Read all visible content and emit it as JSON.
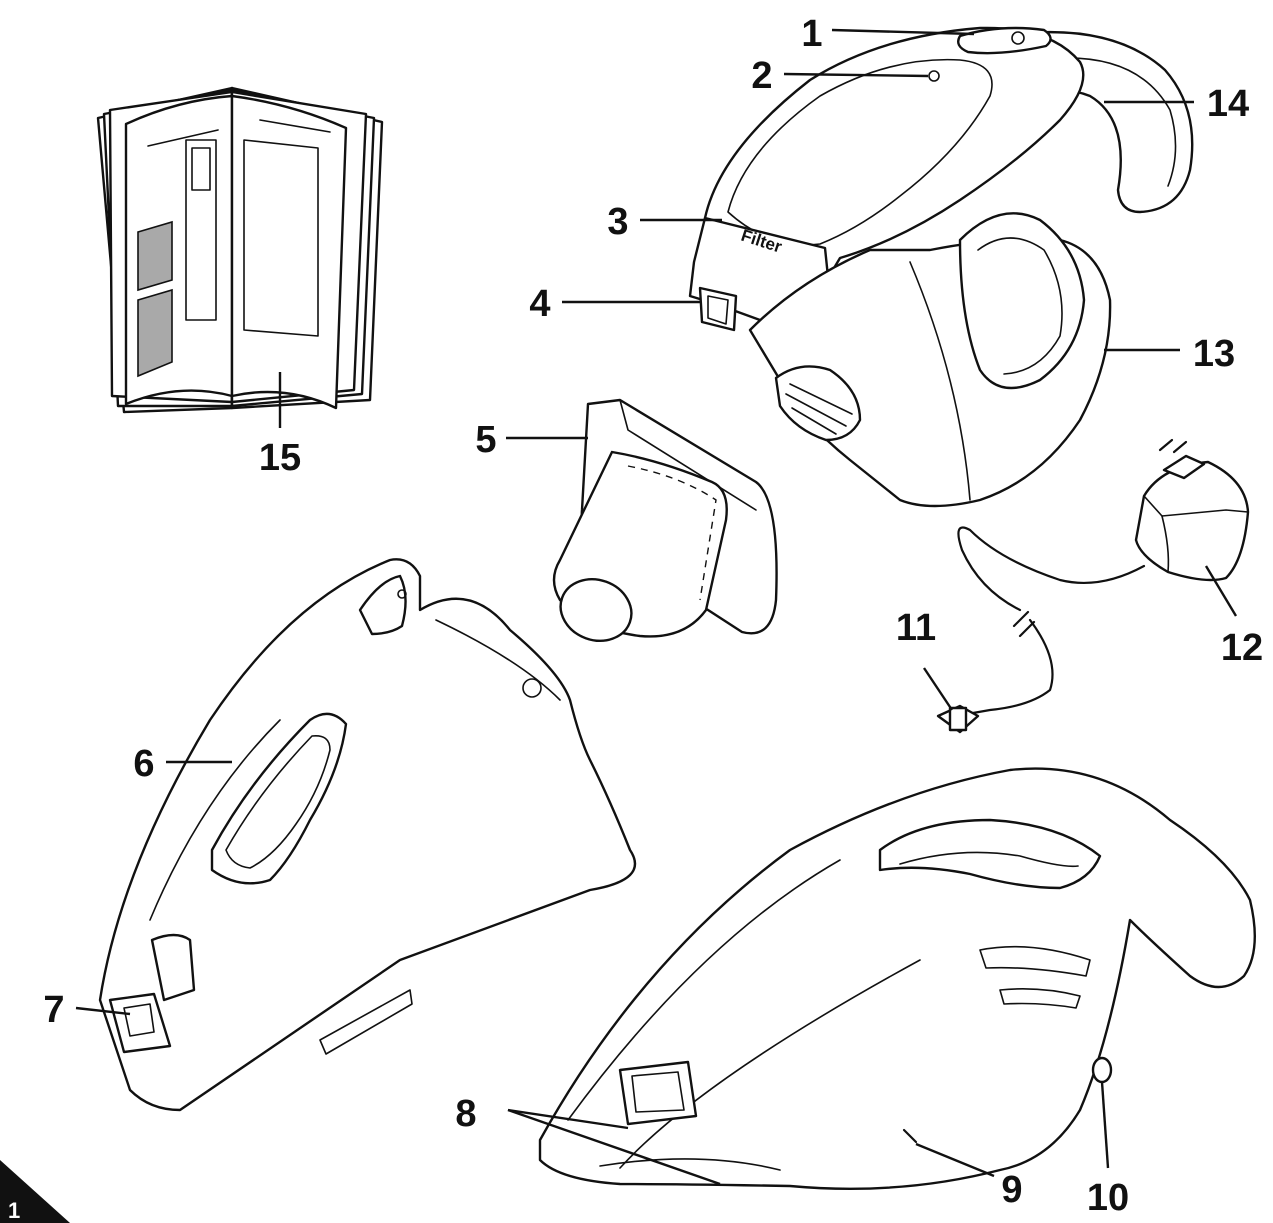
{
  "figure_number": "1",
  "filter_label": "Filter",
  "callouts": [
    {
      "id": "1",
      "label": "1"
    },
    {
      "id": "2",
      "label": "2"
    },
    {
      "id": "3",
      "label": "3"
    },
    {
      "id": "4",
      "label": "4"
    },
    {
      "id": "5",
      "label": "5"
    },
    {
      "id": "6",
      "label": "6"
    },
    {
      "id": "7",
      "label": "7"
    },
    {
      "id": "8",
      "label": "8"
    },
    {
      "id": "9",
      "label": "9"
    },
    {
      "id": "10",
      "label": "10"
    },
    {
      "id": "11",
      "label": "11"
    },
    {
      "id": "12",
      "label": "12"
    },
    {
      "id": "13",
      "label": "13"
    },
    {
      "id": "14",
      "label": "14"
    },
    {
      "id": "15",
      "label": "15"
    }
  ],
  "parts": [
    {
      "id": "manual",
      "icon": "instruction-manual-icon"
    },
    {
      "id": "vacuum-top",
      "icon": "handheld-vacuum-top-icon"
    },
    {
      "id": "nozzle",
      "icon": "crevice-nozzle-icon"
    },
    {
      "id": "charger",
      "icon": "charger-adapter-icon"
    },
    {
      "id": "dust-container",
      "icon": "dust-container-icon"
    },
    {
      "id": "vacuum-side",
      "icon": "handheld-vacuum-side-icon"
    }
  ]
}
